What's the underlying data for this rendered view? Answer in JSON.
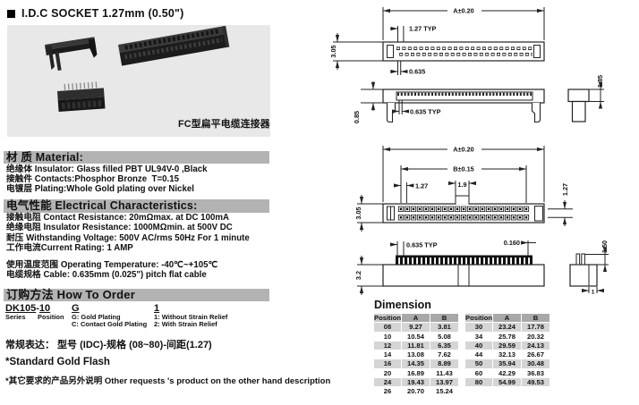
{
  "page": {
    "title": "I.D.C SOCKET 1.27mm (0.50\")",
    "photo_caption": "FC型扁平电缆连接器"
  },
  "material": {
    "header": "材 质 Material:",
    "line1": "绝缘体 Insulator: Glass filled PBT UL94V-0 ,Black",
    "line2": "接触件 Contacts:Phosphor Bronze  T=0.15",
    "line3": "电镀层 Plating:Whole Gold plating over Nickel"
  },
  "electrical": {
    "header": "电气性能 Electrical Characteristics:",
    "line1": "接触电阻 Contact Resistance: 20mΩmax. at DC 100mA",
    "line2": "绝缘电阻 Insulator Resistance: 1000MΩmin. at 500V DC",
    "line3": "耐压 Withstanding Voltage: 500V AC/rms 50Hz For 1 minute",
    "line4": "工作电流Current Rating: 1 AMP",
    "line5": "使用温度范围 Operating Temperature: -40℃~+105℃",
    "line6": "电缆规格 Cable: 0.635mm (0.025\") pitch flat cable"
  },
  "order": {
    "header": "订购方法 How To Order",
    "code_series": "DK105",
    "code_dash": "-",
    "code_position": "10",
    "code_plating": "G",
    "code_relief": "1",
    "series_label": "Series",
    "position_label": "Position",
    "plating_opt1": "G: Gold Plating",
    "plating_opt2": "C: Contact Gold Plating",
    "relief_opt1": "1: Without Strain Relief",
    "relief_opt2": "2: With Strain Relief",
    "convention": "常规表达： 型号 (IDC)-规格 (08~80)-间距(1.27)",
    "note1": "*Standard Gold Flash",
    "note2": "*其它要求的产品另外说明 Other requests 's product on the other hand description"
  },
  "drawings": {
    "dim_a": "A±0.20",
    "dim_b": "B±0.15",
    "pitch_typ": "1.27 TYP",
    "d1_height": "3.05",
    "d1_offset": "0.635",
    "d2_height": "0.85",
    "d2_pitch": "0.635 TYP",
    "d2_cap": "1.85",
    "d3_pitch": "1.27",
    "d3_notch": "1.9",
    "d3_height": "3.05",
    "d3_row": "1.27",
    "d4_pitch": "0.635 TYP",
    "d4_width": "0.160",
    "d4_height": "3.2",
    "d4_cap_h": "1.50",
    "d4_cap_w": "1"
  },
  "dimension_table": {
    "heading": "Dimension",
    "col_position": "Position",
    "col_a": "A",
    "col_b": "B",
    "left_rows": [
      [
        "08",
        "9.27",
        "3.81"
      ],
      [
        "10",
        "10.54",
        "5.08"
      ],
      [
        "12",
        "11.81",
        "6.35"
      ],
      [
        "14",
        "13.08",
        "7.62"
      ],
      [
        "16",
        "14.35",
        "8.89"
      ],
      [
        "20",
        "16.89",
        "11.43"
      ],
      [
        "24",
        "19.43",
        "13.97"
      ],
      [
        "26",
        "20.70",
        "15.24"
      ]
    ],
    "right_rows": [
      [
        "30",
        "23.24",
        "17.78"
      ],
      [
        "34",
        "25.78",
        "20.32"
      ],
      [
        "40",
        "29.59",
        "24.13"
      ],
      [
        "44",
        "32.13",
        "26.67"
      ],
      [
        "50",
        "35.94",
        "30.48"
      ],
      [
        "60",
        "42.29",
        "36.83"
      ],
      [
        "80",
        "54.99",
        "49.53"
      ]
    ]
  }
}
